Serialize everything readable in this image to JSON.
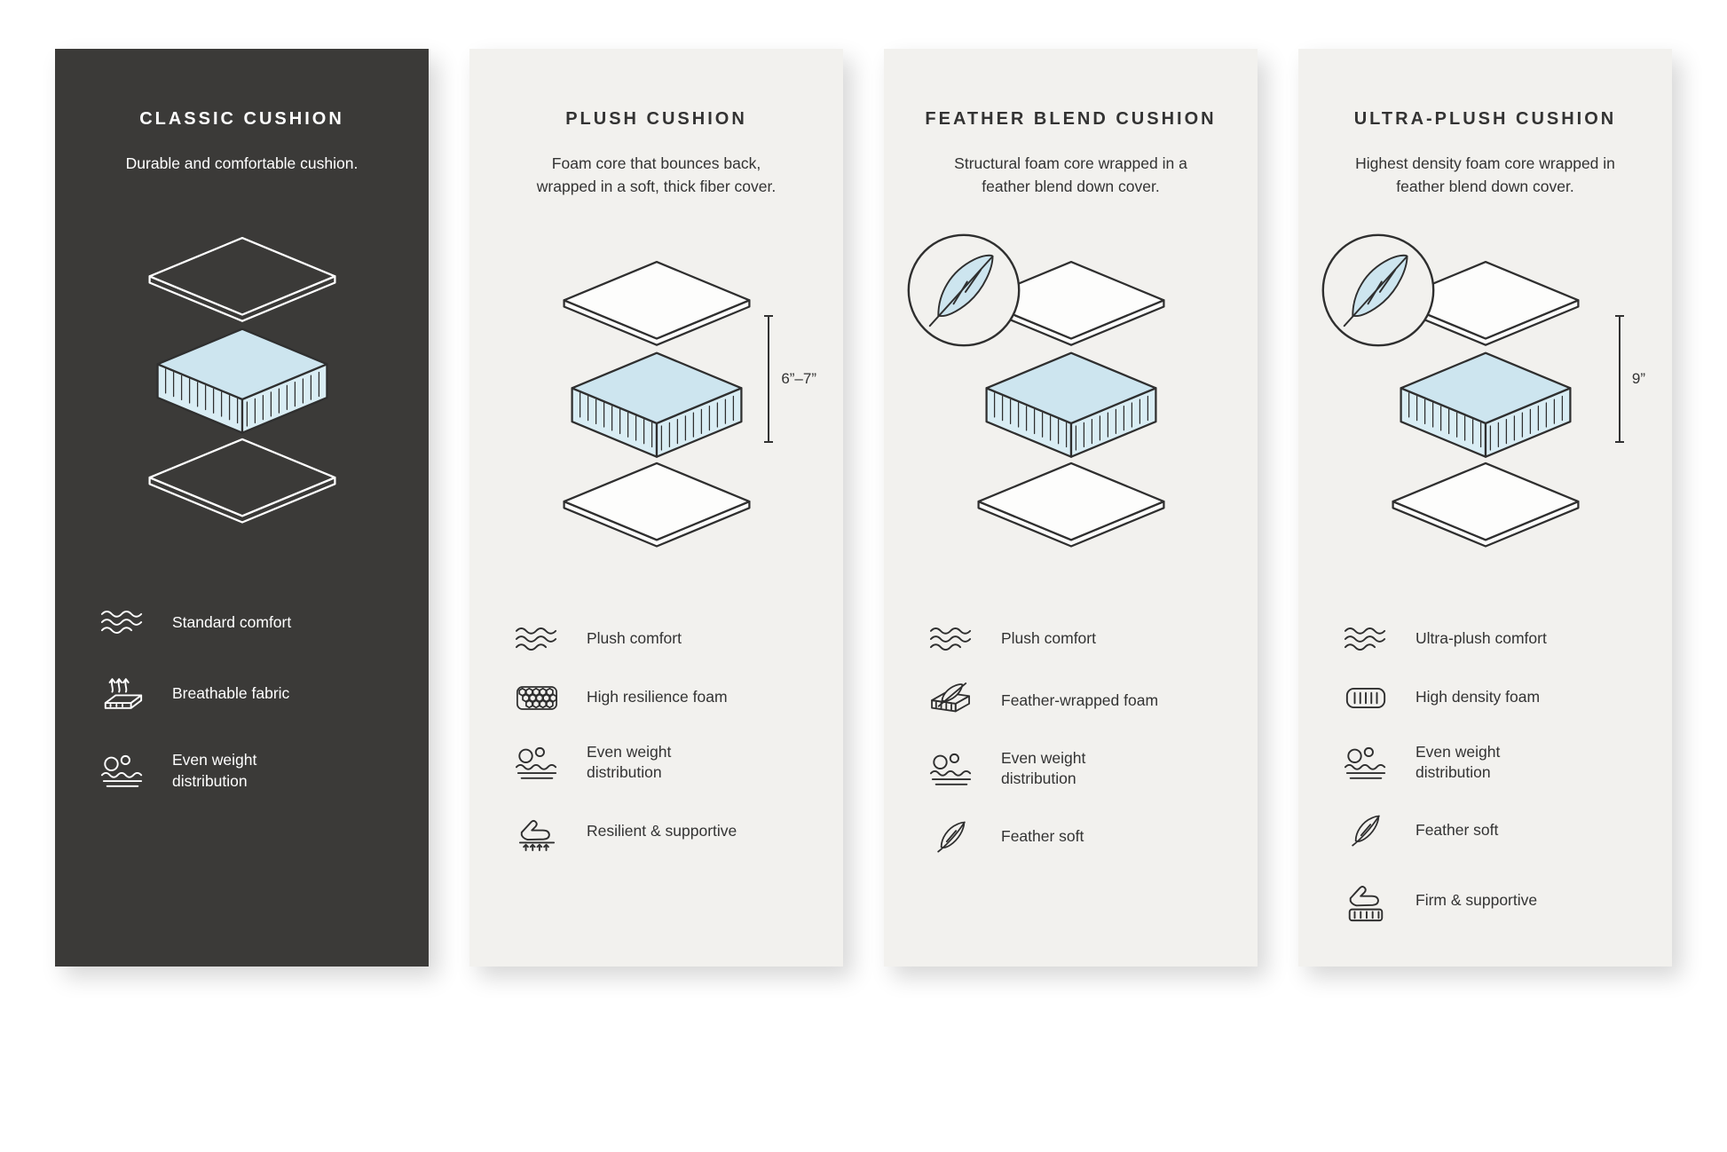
{
  "colors": {
    "dark_panel": "#3b3a38",
    "light_panel": "#f2f1ee",
    "foam": "#cde5ef",
    "ink": "#2f2f2f"
  },
  "panels": [
    {
      "title": "CLASSIC CUSHION",
      "description": "Durable and comfortable cushion.",
      "features": [
        {
          "icon": "waves-icon",
          "label": "Standard comfort"
        },
        {
          "icon": "breathable-fabric-icon",
          "label": "Breathable fabric"
        },
        {
          "icon": "even-weight-icon",
          "label": "Even weight distribution"
        }
      ]
    },
    {
      "title": "PLUSH CUSHION",
      "description": "Foam core that bounces back, wrapped in a soft, thick fiber cover.",
      "dimension": "6”–7”",
      "features": [
        {
          "icon": "waves-icon",
          "label": "Plush comfort"
        },
        {
          "icon": "honeycomb-icon",
          "label": "High resilience foam"
        },
        {
          "icon": "even-weight-icon",
          "label": "Even weight distribution"
        },
        {
          "icon": "hand-press-icon",
          "label": "Resilient & supportive"
        }
      ]
    },
    {
      "title": "FEATHER BLEND CUSHION",
      "description": "Structural foam core wrapped in a feather blend down cover.",
      "features": [
        {
          "icon": "waves-icon",
          "label": "Plush comfort"
        },
        {
          "icon": "feather-foam-icon",
          "label": "Feather-wrapped foam"
        },
        {
          "icon": "even-weight-icon",
          "label": "Even weight distribution"
        },
        {
          "icon": "feather-icon",
          "label": "Feather soft"
        }
      ]
    },
    {
      "title": "ULTRA-PLUSH CUSHION",
      "description": "Highest density foam core wrapped in feather blend down cover.",
      "dimension": "9”",
      "features": [
        {
          "icon": "waves-icon",
          "label": "Ultra-plush comfort"
        },
        {
          "icon": "high-density-foam-icon",
          "label": "High density foam"
        },
        {
          "icon": "even-weight-icon",
          "label": "Even weight distribution"
        },
        {
          "icon": "feather-icon",
          "label": "Feather soft"
        },
        {
          "icon": "hand-foam-icon",
          "label": "Firm & supportive"
        }
      ]
    }
  ]
}
